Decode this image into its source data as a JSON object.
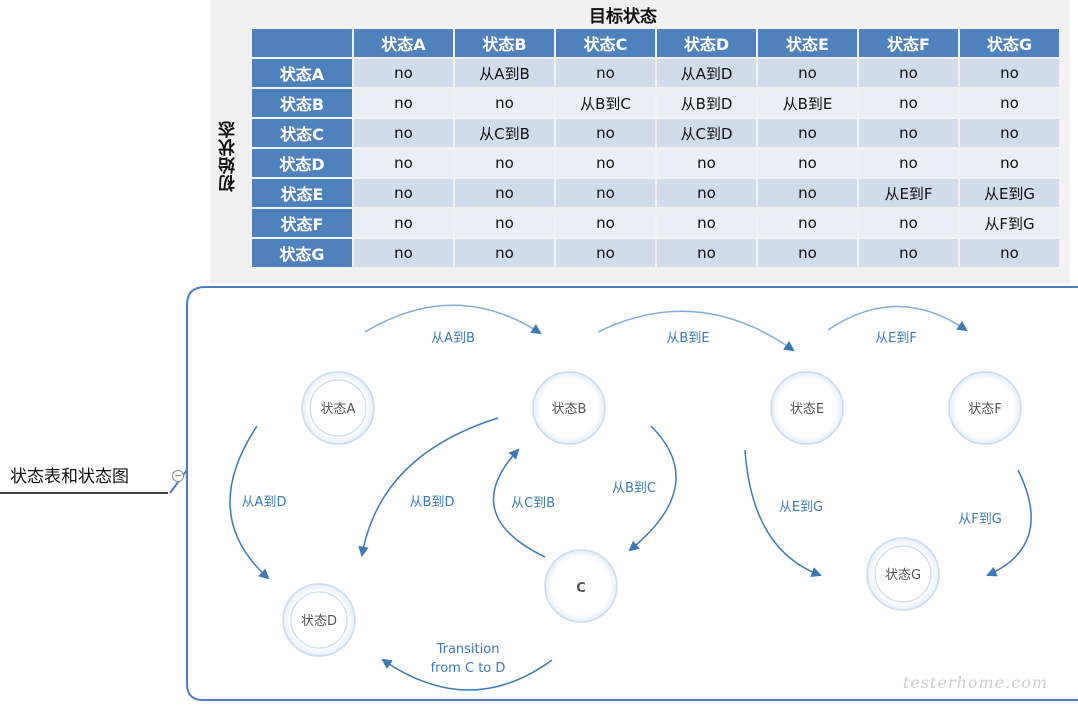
{
  "mindmap": {
    "node_label": "状态表和状态图"
  },
  "table": {
    "target_title": "目标状态",
    "source_title": "初始状态",
    "columns": [
      "状态A",
      "状态B",
      "状态C",
      "状态D",
      "状态E",
      "状态F",
      "状态G"
    ],
    "rows": [
      {
        "state": "状态A",
        "cells": [
          "no",
          "从A到B",
          "no",
          "从A到D",
          "no",
          "no",
          "no"
        ]
      },
      {
        "state": "状态B",
        "cells": [
          "no",
          "no",
          "从B到C",
          "从B到D",
          "从B到E",
          "no",
          "no"
        ]
      },
      {
        "state": "状态C",
        "cells": [
          "no",
          "从C到B",
          "no",
          "从C到D",
          "no",
          "no",
          "no"
        ]
      },
      {
        "state": "状态D",
        "cells": [
          "no",
          "no",
          "no",
          "no",
          "no",
          "no",
          "no"
        ]
      },
      {
        "state": "状态E",
        "cells": [
          "no",
          "no",
          "no",
          "no",
          "no",
          "从E到F",
          "从E到G"
        ]
      },
      {
        "state": "状态F",
        "cells": [
          "no",
          "no",
          "no",
          "no",
          "no",
          "no",
          "从F到G"
        ]
      },
      {
        "state": "状态G",
        "cells": [
          "no",
          "no",
          "no",
          "no",
          "no",
          "no",
          "no"
        ]
      }
    ]
  },
  "diagram": {
    "states": {
      "a": "状态A",
      "b": "状态B",
      "c": "C",
      "d": "状态D",
      "e": "状态E",
      "f": "状态F",
      "g": "状态G"
    },
    "transitions": {
      "a_b": "从A到B",
      "b_e": "从B到E",
      "e_f": "从E到F",
      "a_d": "从A到D",
      "b_d": "从B到D",
      "c_b": "从C到B",
      "b_c": "从B到C",
      "e_g": "从E到G",
      "f_g": "从F到G",
      "c_d_line1": "Transition",
      "c_d_line2": "from C to D"
    }
  },
  "watermark": "testerhome.com",
  "colors": {
    "header_blue": "#4f81bd",
    "row_dark": "#d0dbec",
    "row_light": "#e9eef7",
    "arrow_blue": "#3d7ab5"
  }
}
